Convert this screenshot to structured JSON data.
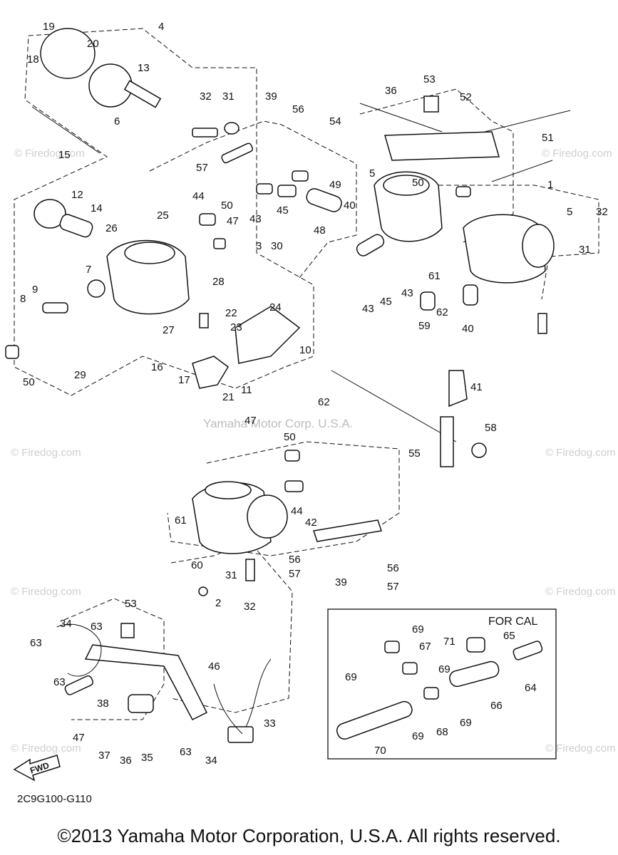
{
  "footer": {
    "copyright": "©2013 Yamaha Motor Corporation, U.S.A. All rights reserved.",
    "diagram_code": "2C9G100-G110"
  },
  "watermark": {
    "center": "Yamaha Motor Corp. U.S.A.",
    "brand": "© Firedog.com"
  },
  "boxes": {
    "for_cal": "FOR CAL",
    "fwd": "FWD"
  },
  "callouts": [
    "19",
    "20",
    "4",
    "18",
    "13",
    "6",
    "15",
    "12",
    "14",
    "26",
    "25",
    "7",
    "8",
    "9",
    "50",
    "29",
    "16",
    "17",
    "27",
    "28",
    "22",
    "23",
    "24",
    "21",
    "11",
    "10",
    "62",
    "32",
    "31",
    "39",
    "56",
    "57",
    "44",
    "50",
    "47",
    "43",
    "45",
    "49",
    "48",
    "40",
    "3",
    "30",
    "36",
    "53",
    "52",
    "54",
    "51",
    "5",
    "50",
    "1",
    "5",
    "32",
    "31",
    "43",
    "45",
    "43",
    "61",
    "62",
    "59",
    "40",
    "41",
    "58",
    "55",
    "47",
    "50",
    "44",
    "42",
    "61",
    "60",
    "31",
    "2",
    "32",
    "56",
    "57",
    "39",
    "56",
    "57",
    "53",
    "34",
    "63",
    "63",
    "63",
    "46",
    "38",
    "47",
    "37",
    "36",
    "35",
    "63",
    "33",
    "34",
    "69",
    "67",
    "71",
    "65",
    "69",
    "64",
    "66",
    "69",
    "69",
    "68",
    "69",
    "70"
  ]
}
